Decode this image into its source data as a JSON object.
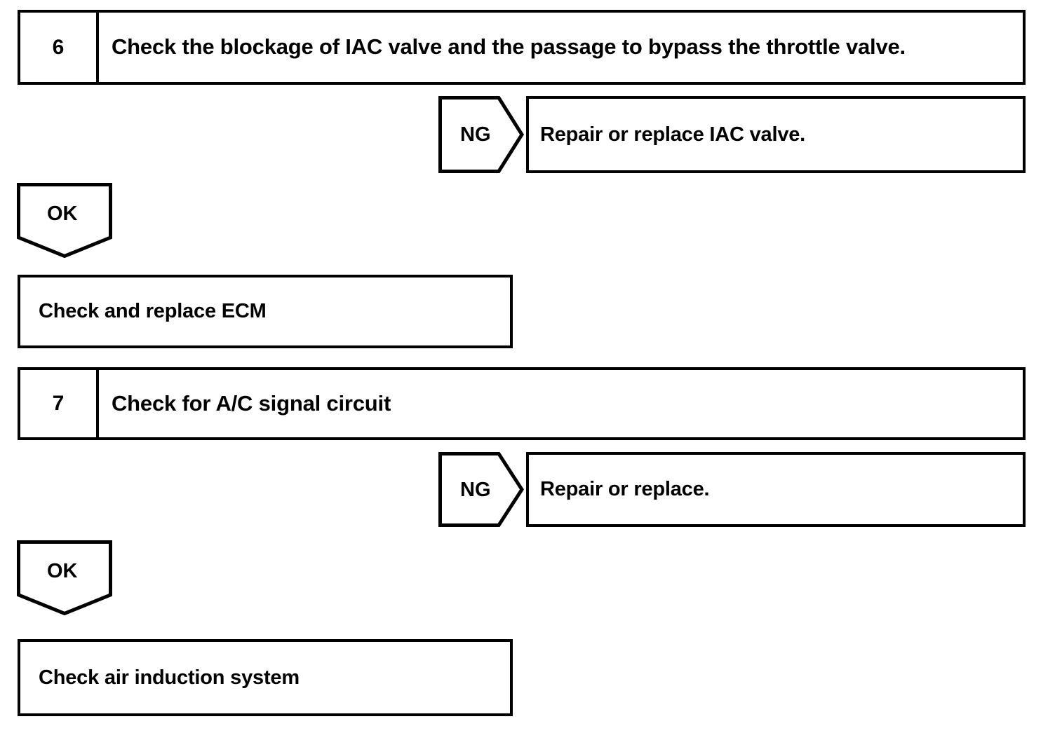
{
  "diagram": {
    "type": "troubleshooting-flowchart",
    "title": "",
    "nodes": [
      {
        "id": "step-6",
        "kind": "numbered-step",
        "number": "6",
        "text": "Check the blockage of IAC valve and the passage to bypass the throttle valve."
      },
      {
        "id": "branch-ng-1",
        "kind": "branch-arrow-right",
        "label": "NG"
      },
      {
        "id": "action-repair-iac",
        "kind": "action",
        "text": "Repair or replace IAC valve."
      },
      {
        "id": "branch-ok-1",
        "kind": "branch-arrow-down",
        "label": "OK"
      },
      {
        "id": "action-check-ecm",
        "kind": "action",
        "text": "Check and replace ECM"
      },
      {
        "id": "step-7",
        "kind": "numbered-step",
        "number": "7",
        "text": "Check for A/C signal circuit"
      },
      {
        "id": "branch-ng-2",
        "kind": "branch-arrow-right",
        "label": "NG"
      },
      {
        "id": "action-repair",
        "kind": "action",
        "text": "Repair or replace."
      },
      {
        "id": "branch-ok-2",
        "kind": "branch-arrow-down",
        "label": "OK"
      },
      {
        "id": "action-check-air-induction",
        "kind": "action",
        "text": "Check air induction system"
      }
    ],
    "colors": {
      "stroke": "#000000",
      "fill": "#ffffff",
      "text": "#000000"
    }
  }
}
